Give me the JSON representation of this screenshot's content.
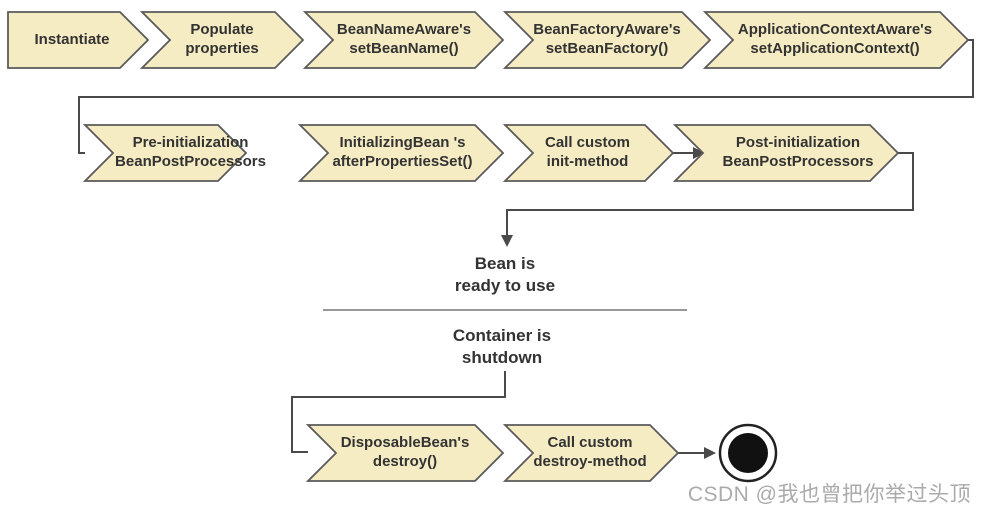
{
  "nodes": {
    "row1": [
      {
        "label": "Instantiate"
      },
      {
        "label": "Populate\nproperties"
      },
      {
        "label": "BeanNameAware's\nsetBeanName()"
      },
      {
        "label": "BeanFactoryAware's\nsetBeanFactory()"
      },
      {
        "label": "ApplicationContextAware's\nsetApplicationContext()"
      }
    ],
    "row2": [
      {
        "label": "Pre-initialization\nBeanPostProcessors"
      },
      {
        "label": "InitializingBean 's\nafterPropertiesSet()"
      },
      {
        "label": "Call custom\ninit-method"
      },
      {
        "label": "Post-initialization\nBeanPostProcessors"
      }
    ],
    "row3": [
      {
        "label": "DisposableBean's\ndestroy()"
      },
      {
        "label": "Call custom\ndestroy-method"
      }
    ]
  },
  "states": {
    "ready": "Bean is\nready to use",
    "shutdown": "Container is\nshutdown"
  },
  "icons": {
    "end_state": "final-state-filled-circle"
  },
  "watermark": "CSDN @我也曾把你举过头顶",
  "colors": {
    "box_fill": "#f6ecc3",
    "box_border": "#5a5a5a",
    "connector": "#4a4a4a",
    "text": "#333333",
    "divider": "#777777",
    "watermark": "#ababab",
    "end_state": "#111111"
  }
}
